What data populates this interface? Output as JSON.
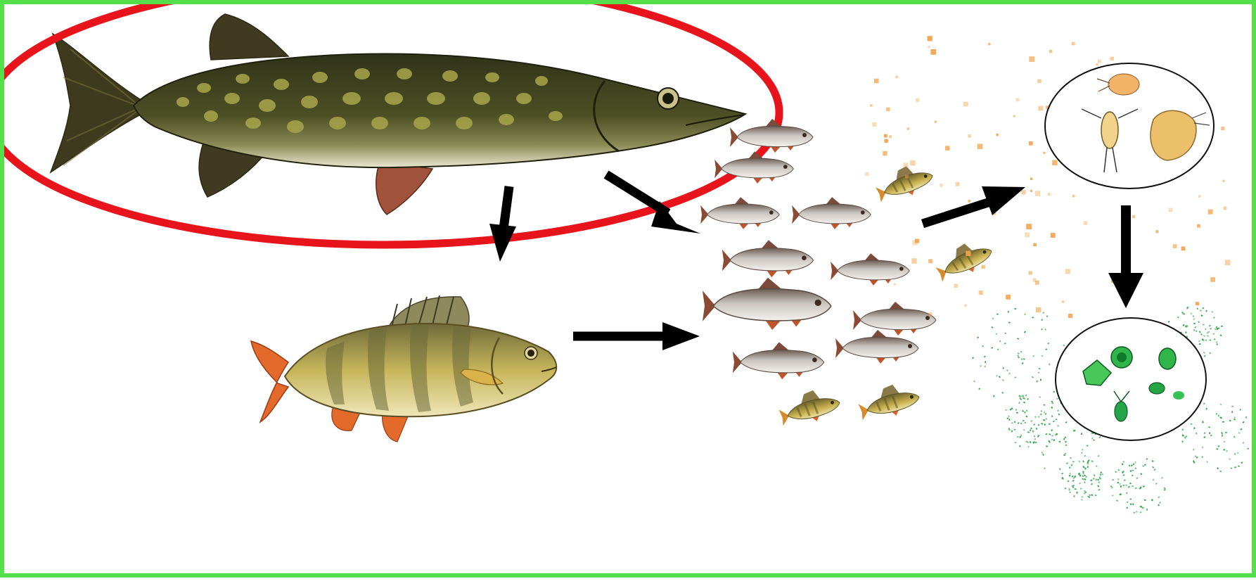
{
  "title": "",
  "colors": {
    "frame": "#55e04b",
    "highlight": "#e8141b",
    "arrow": "#000000",
    "pike_body": "#4a4a22",
    "pike_spot": "#a8a64a",
    "perch_body": "#b8a44a",
    "perch_fin": "#e0622a",
    "roach_body": "#b9b3ac",
    "roach_fin": "#c0542a",
    "zooplankton": "#f2a24a",
    "phytoplankton": "#1f9a3a"
  },
  "nodes": [
    {
      "id": "pike",
      "icon": "pike-fish-icon",
      "highlighted": true
    },
    {
      "id": "perch",
      "icon": "perch-fish-icon"
    },
    {
      "id": "small-fish-school",
      "icon": "small-fish-school-icon"
    },
    {
      "id": "zooplankton",
      "icon": "zooplankton-icon"
    },
    {
      "id": "phytoplankton",
      "icon": "phytoplankton-icon"
    }
  ],
  "edges": [
    {
      "from": "pike",
      "to": "perch"
    },
    {
      "from": "pike",
      "to": "small-fish-school"
    },
    {
      "from": "perch",
      "to": "small-fish-school"
    },
    {
      "from": "small-fish-school",
      "to": "zooplankton"
    },
    {
      "from": "zooplankton",
      "to": "phytoplankton"
    }
  ]
}
